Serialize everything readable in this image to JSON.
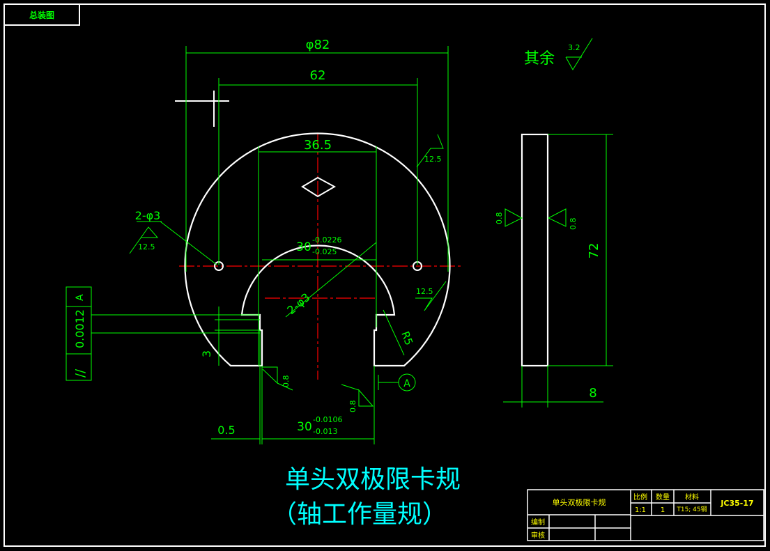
{
  "corner_stamp": "总装图",
  "dimensions": {
    "dia82": "φ82",
    "w62": "62",
    "w36_5": "36.5",
    "holes_label": "2-φ3",
    "inner_label": "2-φ3",
    "gauge_base": "30",
    "gauge_upper_top": "-0.0226",
    "gauge_upper_bot": "-0.025",
    "gauge_lower_top": "-0.0106",
    "gauge_lower_bot": "-0.013",
    "d0_5": "0.5",
    "d3": "3",
    "r5": "R5",
    "h72": "72",
    "w8": "8"
  },
  "roughness": {
    "rest_text": "其余",
    "rest_value": "3.2",
    "ra125_a": "12.5",
    "ra125_b": "12.5",
    "ra125_c": "12.5",
    "ra08_a": "0.8",
    "ra08_b": "0.8",
    "ra08_c": "0.8",
    "ra08_d": "0.8"
  },
  "tolerance_frame": {
    "symbol": "//",
    "value": "0.0012",
    "datum": "A"
  },
  "datum_marker": "A",
  "title": {
    "line1": "单头双极限卡规",
    "line2": "（轴工作量规）"
  },
  "title_block": {
    "part_name": "单头双极限卡规",
    "scale_label": "比例",
    "qty_label": "数量",
    "material_label": "材料",
    "scale_value": "1:1",
    "qty_value": "1",
    "material_value": "T15; 45钢",
    "drawing_no": "JC35-17",
    "drawn_by": "编制",
    "checked_by": "审核"
  },
  "colors": {
    "background": "#000000",
    "outline": "#ffffff",
    "dimension": "#00ff00",
    "centerline": "#ff0000",
    "title_text": "#00ffff"
  }
}
